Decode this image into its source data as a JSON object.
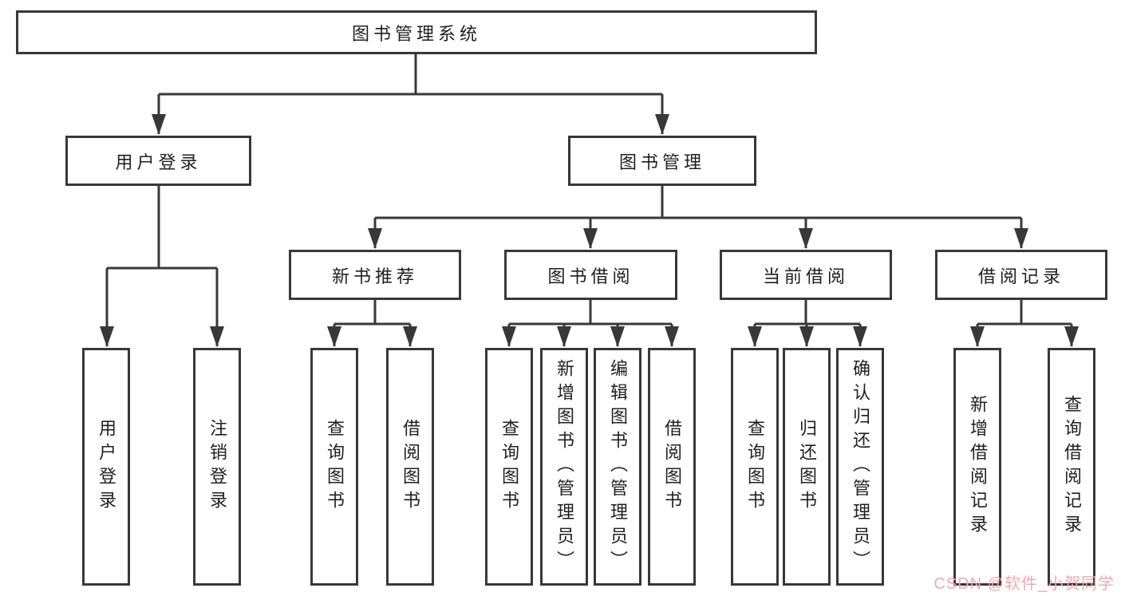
{
  "tree": {
    "root": {
      "label": "图书管理系统"
    },
    "level2": [
      {
        "label": "用户登录",
        "children": [
          {
            "label": "用户登录"
          },
          {
            "label": "注销登录"
          }
        ]
      },
      {
        "label": "图书管理",
        "children": [
          {
            "label": "新书推荐",
            "children": [
              {
                "label": "查询图书"
              },
              {
                "label": "借阅图书"
              }
            ]
          },
          {
            "label": "图书借阅",
            "children": [
              {
                "label": "查询图书"
              },
              {
                "label": "新增图书（管理员）"
              },
              {
                "label": "编辑图书（管理员）"
              },
              {
                "label": "借阅图书"
              }
            ]
          },
          {
            "label": "当前借阅",
            "children": [
              {
                "label": "查询图书"
              },
              {
                "label": "归还图书"
              },
              {
                "label": "确认归还（管理员）"
              }
            ]
          },
          {
            "label": "借阅记录",
            "children": [
              {
                "label": "新增借阅记录"
              },
              {
                "label": "查询借阅记录"
              }
            ]
          }
        ]
      }
    ]
  },
  "watermark": {
    "text": "CSDN @软件_小贺同学"
  },
  "colors": {
    "line": "#383838",
    "text": "#1f1f1f",
    "background": "#ffffff",
    "watermark": "#eeaab0"
  }
}
